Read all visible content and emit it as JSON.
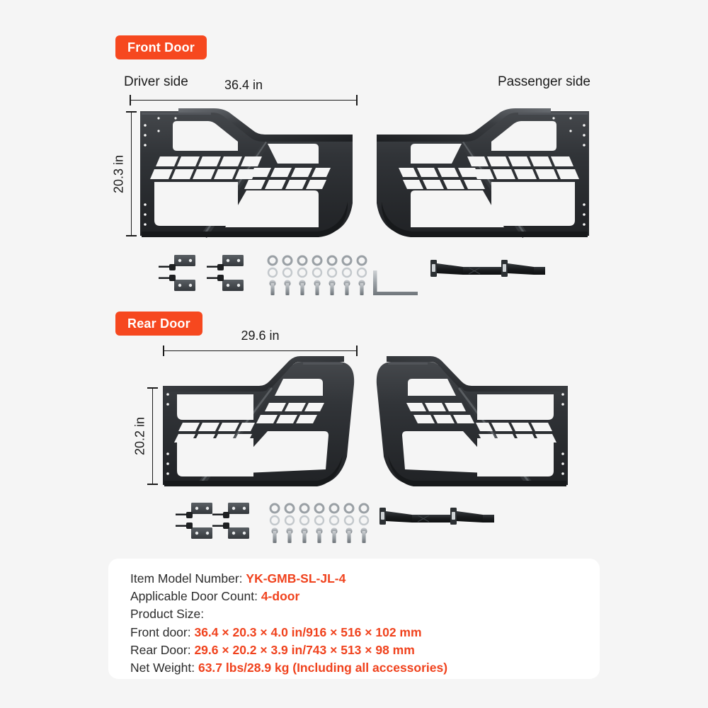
{
  "theme": {
    "background": "#f5f5f5",
    "badge_bg": "#f6481f",
    "badge_text": "#ffffff",
    "accent_value": "#f0421d",
    "label_text": "#2b2b2b",
    "dim_line": "#1b1b1b",
    "card_bg": "#ffffff",
    "metal_dark": "#2e3033",
    "metal_mid": "#3c3f43",
    "metal_light": "#5a5e63",
    "steel": "#8d9196"
  },
  "sections": {
    "front": {
      "badge": "Front Door",
      "driver_label": "Driver side",
      "passenger_label": "Passenger side",
      "width_dim": "36.4 in",
      "height_dim": "20.3 in"
    },
    "rear": {
      "badge": "Rear Door",
      "width_dim": "29.6 in",
      "height_dim": "20.2 in"
    }
  },
  "hardware": {
    "front": [
      "hinge",
      "hinge",
      "washers",
      "bolts",
      "allen-wrench",
      "strap",
      "strap"
    ],
    "rear": [
      "hinge",
      "hinge",
      "washers",
      "bolts",
      "strap",
      "strap"
    ]
  },
  "specs": {
    "rows": [
      {
        "label": "Item Model Number: ",
        "value": "YK-GMB-SL-JL-4"
      },
      {
        "label": "Applicable Door Count: ",
        "value": "4-door"
      },
      {
        "label": "Product Size:",
        "value": ""
      },
      {
        "label": "Front door: ",
        "value": "36.4 × 20.3 × 4.0 in/916 × 516 × 102 mm"
      },
      {
        "label": "Rear Door: ",
        "value": "29.6 × 20.2 × 3.9 in/743 × 513 × 98 mm"
      },
      {
        "label": "Net Weight: ",
        "value": "63.7 lbs/28.9 kg (Including all accessories)"
      }
    ]
  }
}
